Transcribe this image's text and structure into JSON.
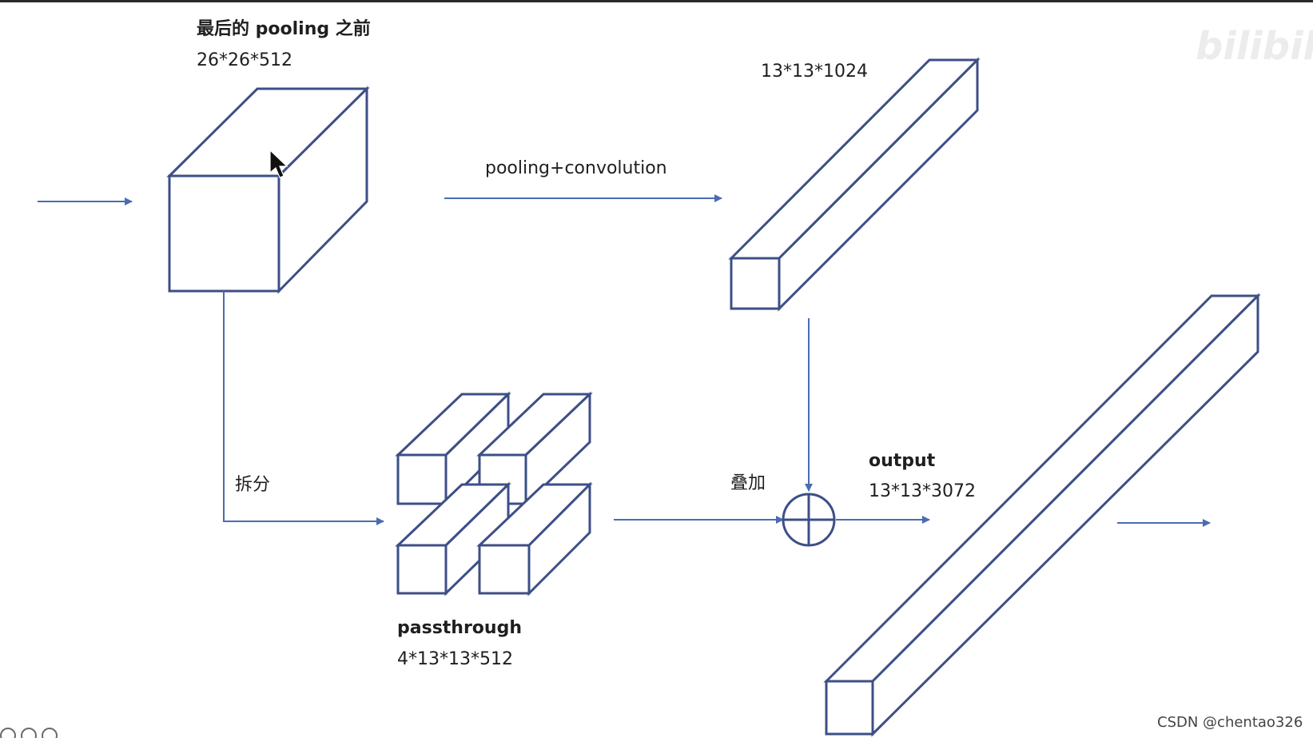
{
  "labels": {
    "before_pool_title": "最后的 pooling 之前",
    "before_pool_dims": "26*26*512",
    "pool_conv": "pooling+convolution",
    "conv_dims": "13*13*1024",
    "split": "拆分",
    "passthrough_title": "passthrough",
    "passthrough_dims": "4*13*13*512",
    "stack": "叠加",
    "output_title": "output",
    "output_dims": "13*13*3072"
  },
  "watermark": {
    "brand": "bilibili"
  },
  "credit": "CSDN @chentao326",
  "colors": {
    "stroke": "#3d4f86",
    "arrow": "#4a6cb3",
    "text": "#1f1f1f"
  },
  "icons": {
    "cursor": "mouse-pointer-icon",
    "sum": "circled-plus-icon"
  }
}
